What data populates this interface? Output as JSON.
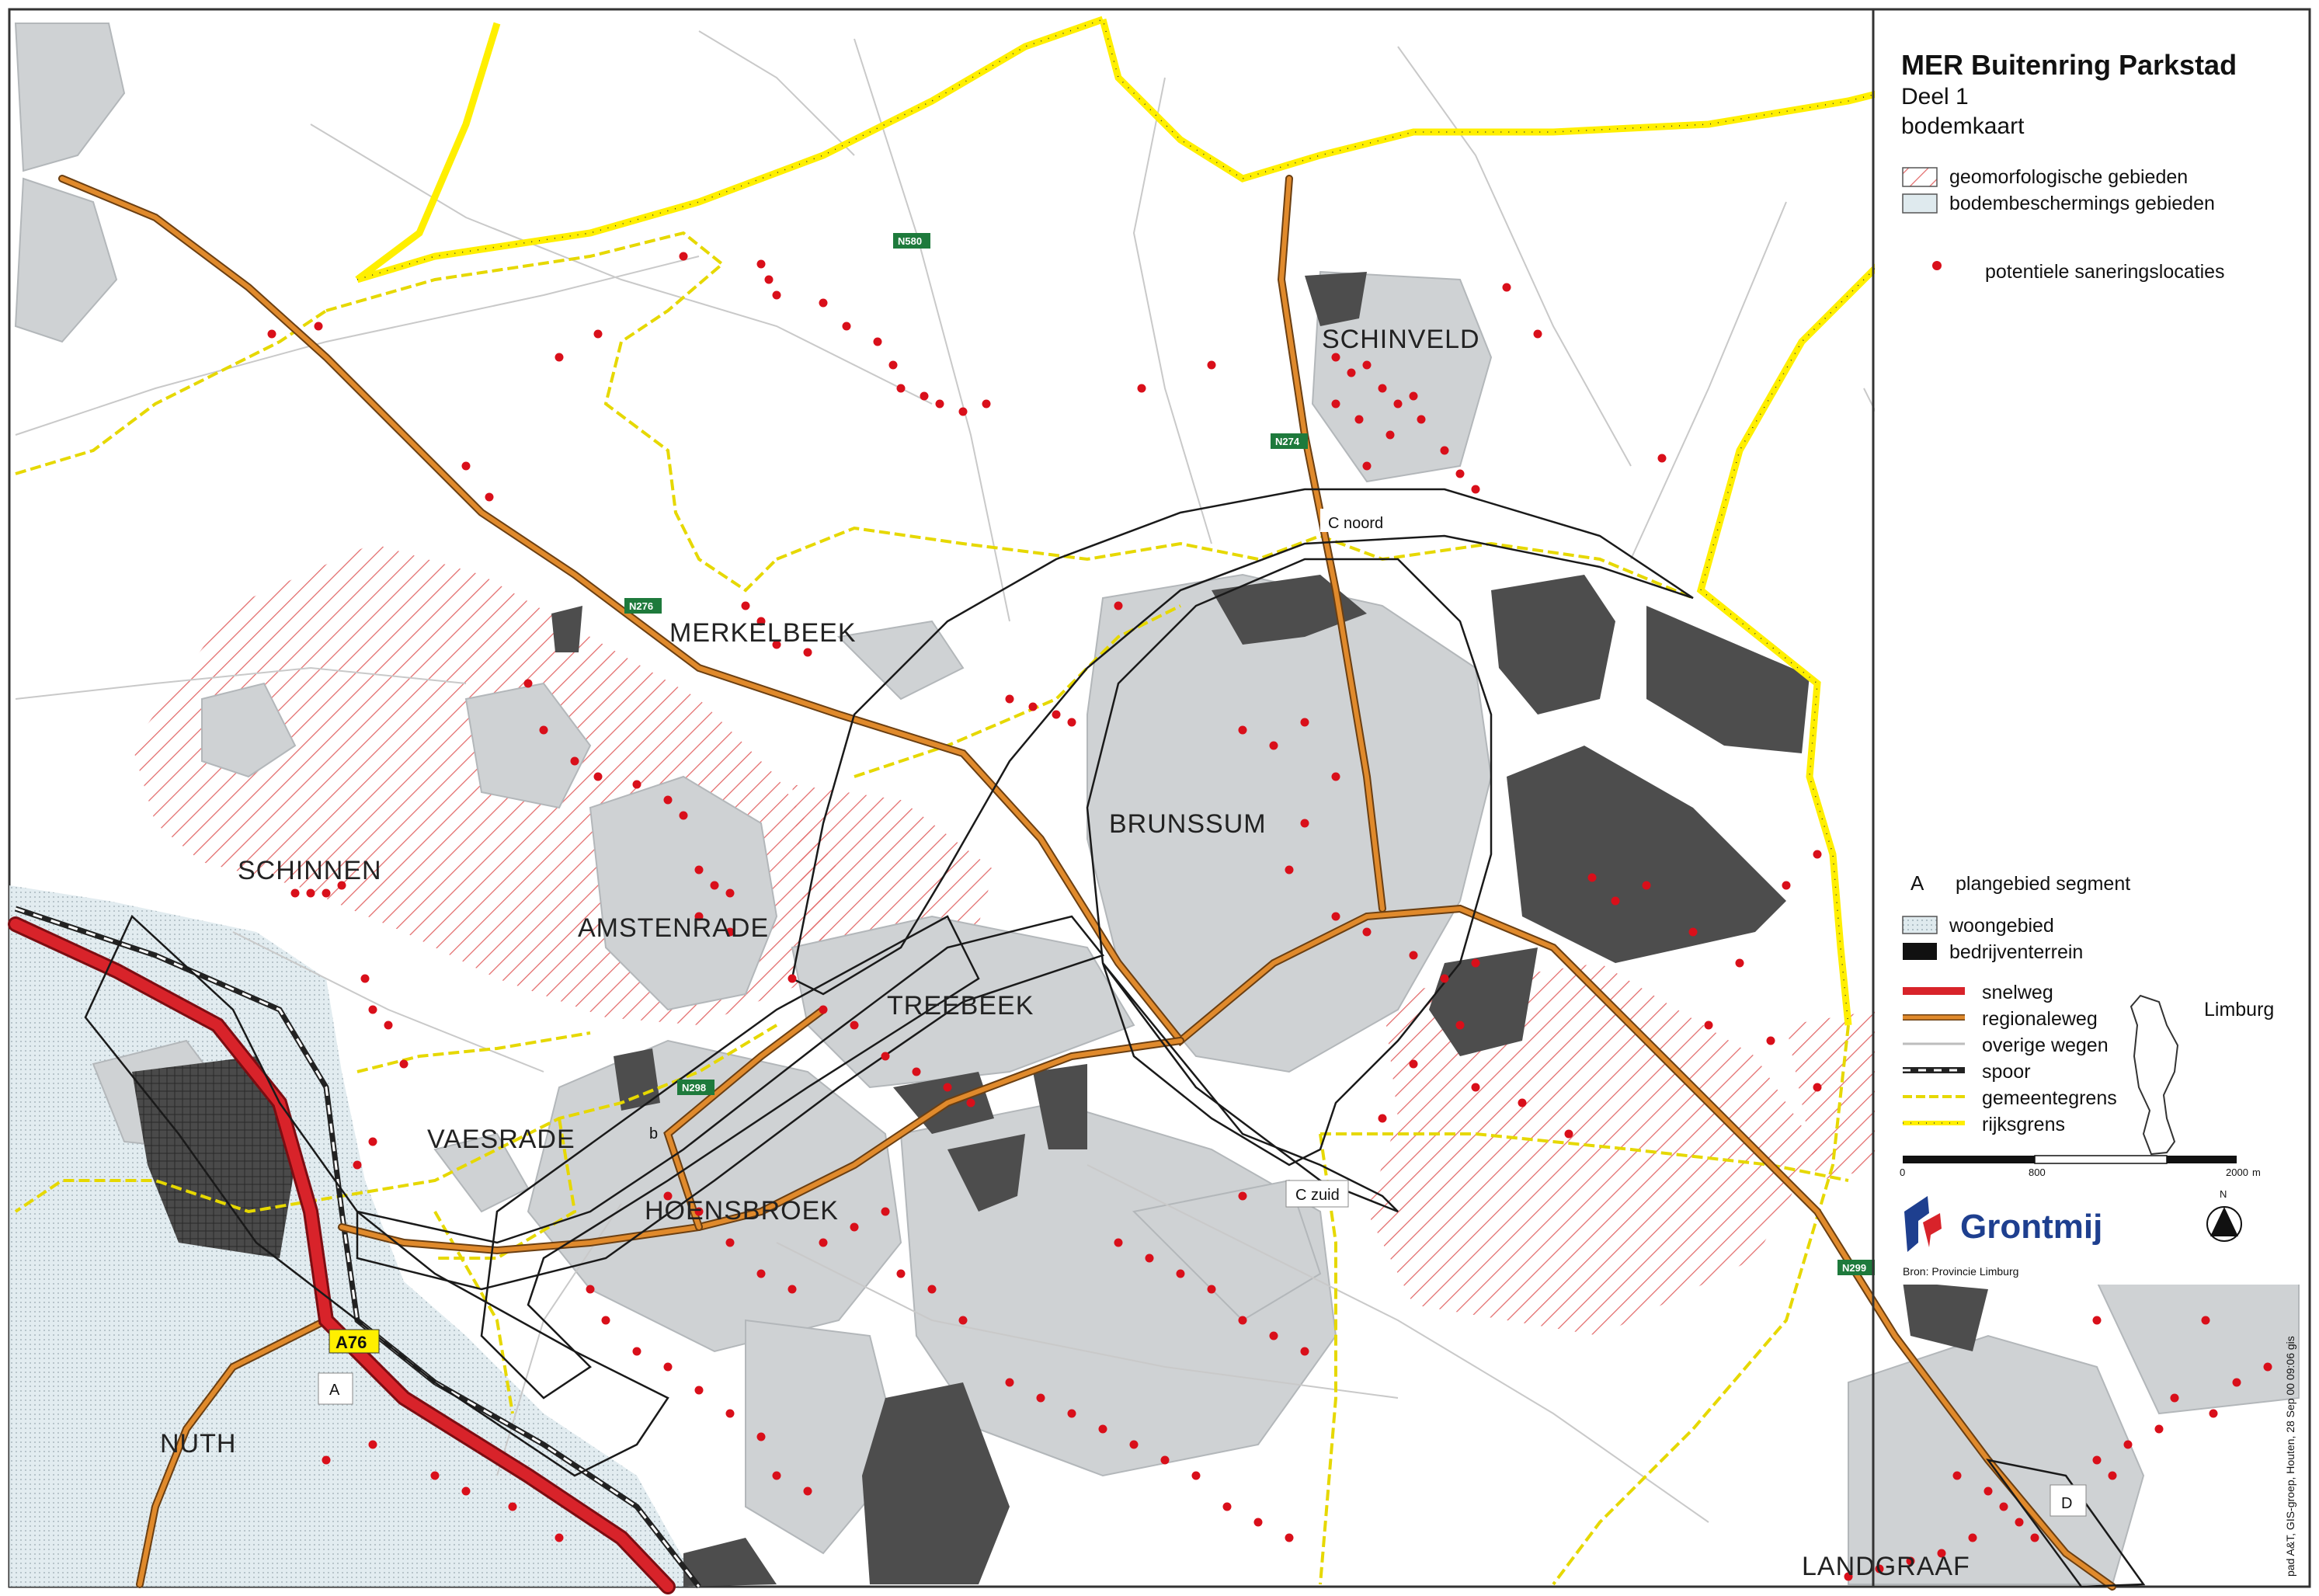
{
  "title": {
    "main": "MER Buitenring Parkstad",
    "line2": "Deel 1",
    "line3": "bodemkaart"
  },
  "legend": {
    "geomorph": "geomorfologische gebieden",
    "bodembescherming": "bodembeschermings gebieden",
    "sanering": "potentiele saneringslocaties",
    "segment_letter": "A",
    "segment_label": "plangebied segment",
    "woongebied": "woongebied",
    "bedrijventerrein": "bedrijventerrein",
    "snelweg": "snelweg",
    "regionaleweg": "regionaleweg",
    "overige": "overige wegen",
    "spoor": "spoor",
    "gemeentegrens": "gemeentegrens",
    "rijksgrens": "rijksgrens",
    "inset_label": "Limburg"
  },
  "scalebar": {
    "ticks": [
      "0",
      "800",
      "2000"
    ],
    "unit": "m"
  },
  "north": "N",
  "logo": "Grontmij",
  "source": "Bron: Provincie Limburg",
  "stamp": "pad A&T, GIS-groep, Houten, 28 Sep 00 09:06 gis",
  "towns": {
    "schinveld": "SCHINVELD",
    "merkelbeek": "MERKELBEEK",
    "brunssum": "BRUNSSUM",
    "schinnen": "SCHINNEN",
    "amstenrade": "AMSTENRADE",
    "treebeek": "TREEBEEK",
    "vaesrade": "VAESRADE",
    "hoensbroek": "HOENSBROEK",
    "nuth": "NUTH",
    "landgraaf": "LANDGRAAF"
  },
  "segments": {
    "c_noord": "C noord",
    "c_zuid": "C zuid",
    "a": "A",
    "b": "b",
    "d": "D"
  },
  "roads": {
    "n580": "N580",
    "n274": "N274",
    "n276": "N276",
    "n298": "N298",
    "n299": "N299",
    "a76": "A76"
  },
  "colors": {
    "snelweg": "#d8232a",
    "regionaleweg": "#e08a2c",
    "gemeentegrens": "#e6d800",
    "rijksgrens": "#ffef00",
    "site": "#d90f1a",
    "bedrijf": "#4d4d4d",
    "woon": "#cfd2d4",
    "bescherming": "#dfeaee",
    "roadsign": "#1e7a3c"
  }
}
